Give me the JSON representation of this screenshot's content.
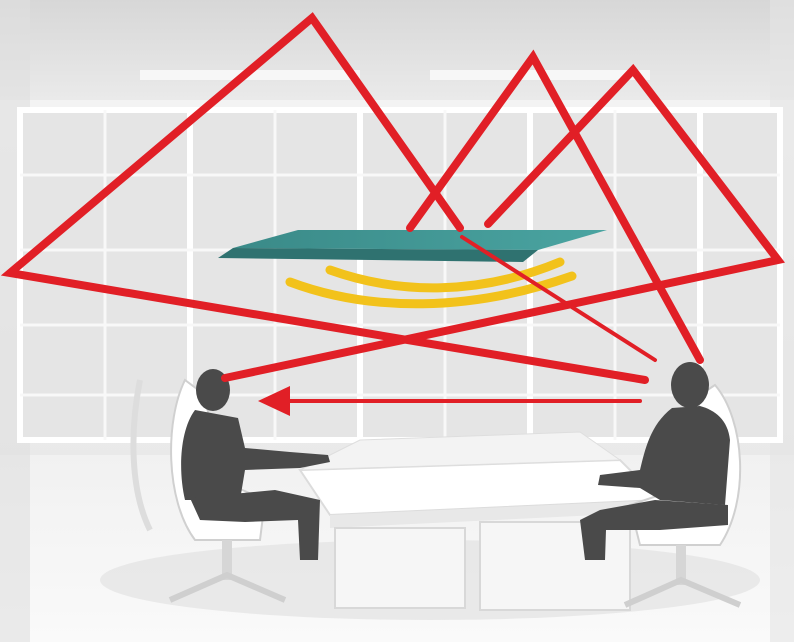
{
  "scene": {
    "colors": {
      "wall": "#ececec",
      "ceiling": "#e2e2e2",
      "floor": "#f4f4f4",
      "window_frame": "#ffffff",
      "window_pane": "#e6e6e6",
      "furniture": "#ffffff",
      "furniture_shadow": "#d9d9d9",
      "person": "#4a4a4a",
      "panel_top": "#3f9391",
      "panel_edge": "#2f6f6d",
      "reflection_path": "#e11f26",
      "direct_path": "#e11f26",
      "absorption_wave": "#f2c21b"
    },
    "elements": [
      "ceiling-acoustic-panel",
      "reflected-sound-paths",
      "direct-sound-arrow",
      "absorption-waves",
      "seated-person-left",
      "seated-person-right",
      "meeting-table",
      "office-chairs",
      "office-windows"
    ]
  }
}
